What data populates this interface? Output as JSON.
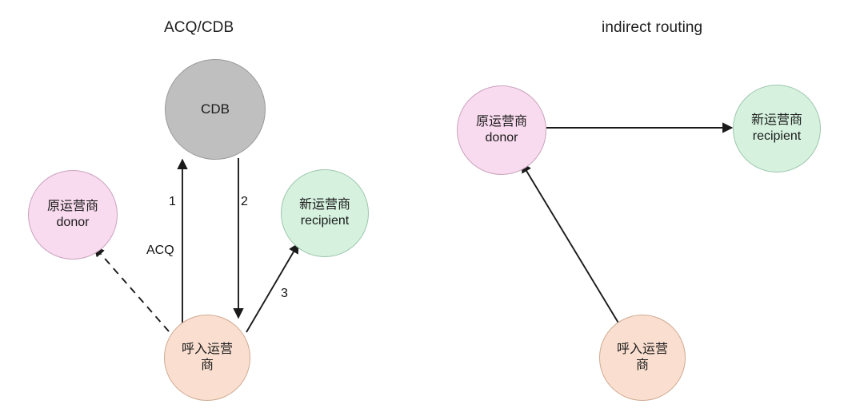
{
  "figure": {
    "background": "#ffffff",
    "panels": [
      {
        "id": "left",
        "title": "ACQ/CDB"
      },
      {
        "id": "right",
        "title": "indirect routing"
      }
    ]
  },
  "colors": {
    "gray_fill": "#bfbfbf",
    "gray_stroke": "#9a9a9a",
    "pink_fill": "#f9dbef",
    "pink_stroke": "#c9a3bd",
    "green_fill": "#d6f2df",
    "green_stroke": "#9dc6ad",
    "peach_fill": "#fadfd0",
    "peach_stroke": "#cfa991",
    "edge_stroke": "#1a1a1a",
    "text": "#1b1b1b"
  },
  "left_panel": {
    "title": "ACQ/CDB",
    "nodes": {
      "cdb": {
        "label_en": "CDB",
        "label_cn": ""
      },
      "donor": {
        "label_cn": "原运营商",
        "label_en": "donor"
      },
      "recipient": {
        "label_cn": "新运营商",
        "label_en": "recipient"
      },
      "incoming": {
        "label_cn_line1": "呼入运营",
        "label_cn_line2": "商"
      }
    },
    "edge_labels": {
      "step1": "1",
      "step2": "2",
      "step3": "3",
      "acq": "ACQ"
    }
  },
  "right_panel": {
    "title": "indirect routing",
    "nodes": {
      "donor": {
        "label_cn": "原运营商",
        "label_en": "donor"
      },
      "recipient": {
        "label_cn": "新运营商",
        "label_en": "recipient"
      },
      "incoming": {
        "label_cn_line1": "呼入运营",
        "label_cn_line2": "商"
      }
    }
  }
}
